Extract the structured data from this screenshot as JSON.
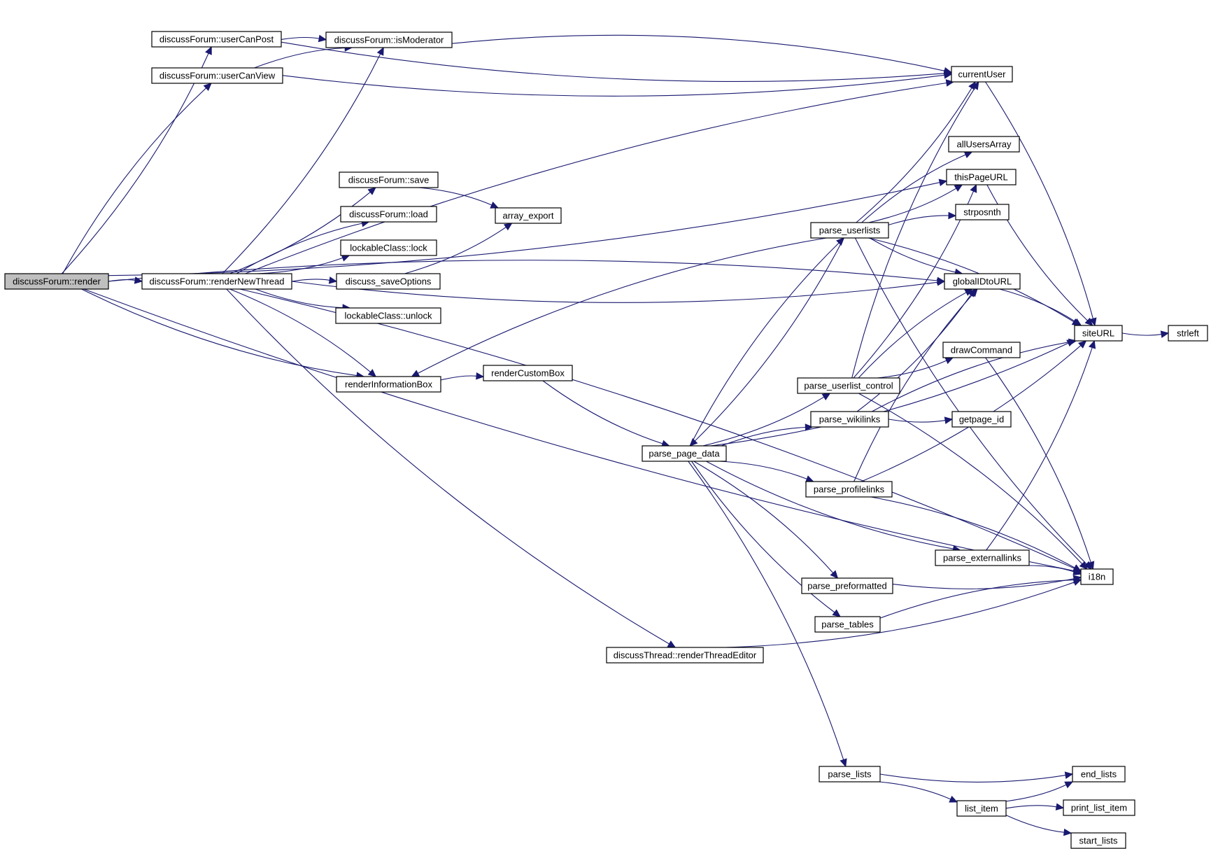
{
  "nodes": {
    "render": "discussForum::render",
    "userCanPost": "discussForum::userCanPost",
    "isModerator": "discussForum::isModerator",
    "userCanView": "discussForum::userCanView",
    "currentUser": "currentUser",
    "allUsersArray": "allUsersArray",
    "thisPageURL": "thisPageURL",
    "strposnth": "strposnth",
    "save": "discussForum::save",
    "load": "discussForum::load",
    "array_export": "array_export",
    "lock": "lockableClass::lock",
    "renderNewThread": "discussForum::renderNewThread",
    "saveOptions": "discuss_saveOptions",
    "unlock": "lockableClass::unlock",
    "parse_userlists": "parse_userlists",
    "globalIDtoURL": "globalIDtoURL",
    "siteURL": "siteURL",
    "strleft": "strleft",
    "drawCommand": "drawCommand",
    "renderInformationBox": "renderInformationBox",
    "renderCustomBox": "renderCustomBox",
    "parse_userlist_control": "parse_userlist_control",
    "parse_wikilinks": "parse_wikilinks",
    "getpage_id": "getpage_id",
    "parse_page_data": "parse_page_data",
    "parse_profilelinks": "parse_profilelinks",
    "parse_externallinks": "parse_externallinks",
    "i18n": "i18n",
    "parse_preformatted": "parse_preformatted",
    "parse_tables": "parse_tables",
    "renderThreadEditor": "discussThread::renderThreadEditor",
    "parse_lists": "parse_lists",
    "end_lists": "end_lists",
    "list_item": "list_item",
    "print_list_item": "print_list_item",
    "start_lists": "start_lists"
  },
  "root_node": "render",
  "edges": [
    [
      "render",
      "userCanPost"
    ],
    [
      "render",
      "userCanView"
    ],
    [
      "render",
      "thisPageURL"
    ],
    [
      "render",
      "renderNewThread"
    ],
    [
      "render",
      "renderInformationBox"
    ],
    [
      "render",
      "globalIDtoURL"
    ],
    [
      "render",
      "i18n"
    ],
    [
      "userCanPost",
      "isModerator"
    ],
    [
      "userCanPost",
      "currentUser"
    ],
    [
      "userCanView",
      "isModerator"
    ],
    [
      "userCanView",
      "currentUser"
    ],
    [
      "isModerator",
      "currentUser"
    ],
    [
      "renderNewThread",
      "isModerator"
    ],
    [
      "renderNewThread",
      "currentUser"
    ],
    [
      "renderNewThread",
      "save"
    ],
    [
      "renderNewThread",
      "load"
    ],
    [
      "renderNewThread",
      "lock"
    ],
    [
      "renderNewThread",
      "saveOptions"
    ],
    [
      "renderNewThread",
      "unlock"
    ],
    [
      "renderNewThread",
      "renderInformationBox"
    ],
    [
      "renderNewThread",
      "globalIDtoURL"
    ],
    [
      "renderNewThread",
      "i18n"
    ],
    [
      "renderNewThread",
      "renderThreadEditor"
    ],
    [
      "save",
      "array_export"
    ],
    [
      "saveOptions",
      "array_export"
    ],
    [
      "renderInformationBox",
      "renderCustomBox"
    ],
    [
      "renderCustomBox",
      "parse_page_data"
    ],
    [
      "parse_page_data",
      "parse_userlists"
    ],
    [
      "parse_page_data",
      "parse_userlist_control"
    ],
    [
      "parse_page_data",
      "parse_wikilinks"
    ],
    [
      "parse_page_data",
      "siteURL"
    ],
    [
      "parse_page_data",
      "parse_profilelinks"
    ],
    [
      "parse_page_data",
      "parse_externallinks"
    ],
    [
      "parse_page_data",
      "parse_preformatted"
    ],
    [
      "parse_page_data",
      "parse_tables"
    ],
    [
      "parse_page_data",
      "parse_lists"
    ],
    [
      "parse_userlists",
      "renderInformationBox"
    ],
    [
      "parse_userlists",
      "parse_page_data"
    ],
    [
      "parse_userlists",
      "currentUser"
    ],
    [
      "parse_userlists",
      "allUsersArray"
    ],
    [
      "parse_userlists",
      "thisPageURL"
    ],
    [
      "parse_userlists",
      "strposnth"
    ],
    [
      "parse_userlists",
      "globalIDtoURL"
    ],
    [
      "parse_userlists",
      "siteURL"
    ],
    [
      "parse_userlists",
      "i18n"
    ],
    [
      "parse_userlist_control",
      "currentUser"
    ],
    [
      "parse_userlist_control",
      "thisPageURL"
    ],
    [
      "parse_userlist_control",
      "globalIDtoURL"
    ],
    [
      "parse_userlist_control",
      "drawCommand"
    ],
    [
      "parse_userlist_control",
      "i18n"
    ],
    [
      "parse_wikilinks",
      "globalIDtoURL"
    ],
    [
      "parse_wikilinks",
      "siteURL"
    ],
    [
      "parse_wikilinks",
      "getpage_id"
    ],
    [
      "parse_profilelinks",
      "globalIDtoURL"
    ],
    [
      "parse_profilelinks",
      "siteURL"
    ],
    [
      "parse_profilelinks",
      "i18n"
    ],
    [
      "parse_externallinks",
      "siteURL"
    ],
    [
      "parse_externallinks",
      "i18n"
    ],
    [
      "parse_preformatted",
      "i18n"
    ],
    [
      "parse_tables",
      "i18n"
    ],
    [
      "renderThreadEditor",
      "i18n"
    ],
    [
      "currentUser",
      "siteURL"
    ],
    [
      "thisPageURL",
      "siteURL"
    ],
    [
      "globalIDtoURL",
      "siteURL"
    ],
    [
      "siteURL",
      "strleft"
    ],
    [
      "drawCommand",
      "i18n"
    ],
    [
      "parse_lists",
      "end_lists"
    ],
    [
      "parse_lists",
      "list_item"
    ],
    [
      "list_item",
      "end_lists"
    ],
    [
      "list_item",
      "print_list_item"
    ],
    [
      "list_item",
      "start_lists"
    ]
  ],
  "colors": {
    "edge": "#191970",
    "root_fill": "#bfbfbf",
    "node_fill": "#ffffff",
    "node_border": "#000000"
  }
}
